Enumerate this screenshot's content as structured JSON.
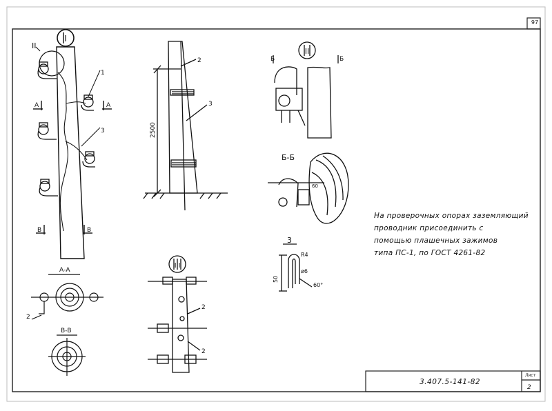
{
  "sheet": {
    "page_number": "97",
    "note_lines": [
      "На проверочных опорах заземляющий",
      "проводник присоединить с",
      "помощью плашечных зажимов",
      "типа ПС-1, по ГОСТ 4261-82"
    ],
    "stamp": {
      "code": "3.407.5-141-82",
      "sheet_label": "Лист",
      "sheet_number": "2"
    }
  },
  "views": {
    "view1_marker": "I",
    "view1_callout2": "II",
    "view1_label_1": "1",
    "view1_label_3": "3",
    "section_aa": "А",
    "section_vv": "В",
    "detail_ii": "II",
    "detail_iii": "III",
    "section_bb": "Б",
    "dim_2500": "2500",
    "label_2": "2",
    "label_3": "3",
    "title_aa": "А-А",
    "title_vv": "В-В",
    "title_bb": "Б-Б",
    "title_3": "3",
    "dim_50": "50",
    "dim_r4": "R4",
    "dim_o6": "ø6",
    "dim_60deg": "60°",
    "dim_bb_60": "60"
  }
}
